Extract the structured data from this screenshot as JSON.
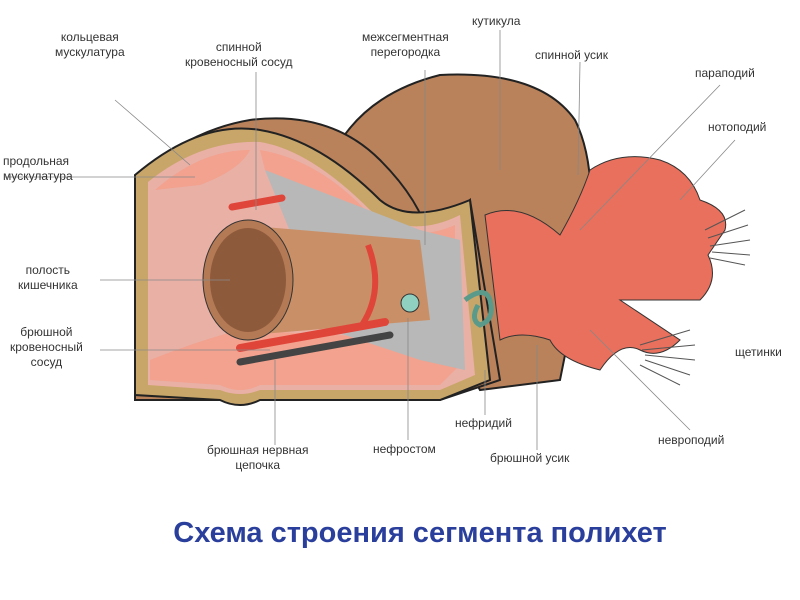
{
  "title": "Схема строения сегмента полихет",
  "labels": {
    "ring_muscles": [
      "кольцевая",
      "мускулатура"
    ],
    "dorsal_vessel": [
      "спинной",
      "кровеносный сосуд"
    ],
    "septum": [
      "межсегментная",
      "перегородка"
    ],
    "cuticle": "кутикула",
    "dorsal_cirrus": "спинной усик",
    "parapodium": "параподий",
    "notopodium": "нотоподий",
    "longitudinal_muscles": [
      "продольная",
      "мускулатура"
    ],
    "gut_cavity": [
      "полость",
      "кишечника"
    ],
    "ventral_vessel": [
      "брюшной",
      "кровеносный",
      "сосуд"
    ],
    "chaetae": "щетинки",
    "nephridium": "нефридий",
    "neuropodium": "невроподий",
    "nerve_cord": [
      "брюшная нервная",
      "цепочка"
    ],
    "nephrostome": "нефростом",
    "ventral_cirrus": "брюшной усик"
  },
  "colors": {
    "body": "#b9825b",
    "wall": "#c8a66a",
    "muscle": "#f2a28e",
    "cavity": "#e9b0a6",
    "gut": "#8e5a3c",
    "vessel": "#e0453a",
    "parapod": "#e8705c",
    "septum": "#b8b8b8",
    "title": "#2a3f9c"
  }
}
